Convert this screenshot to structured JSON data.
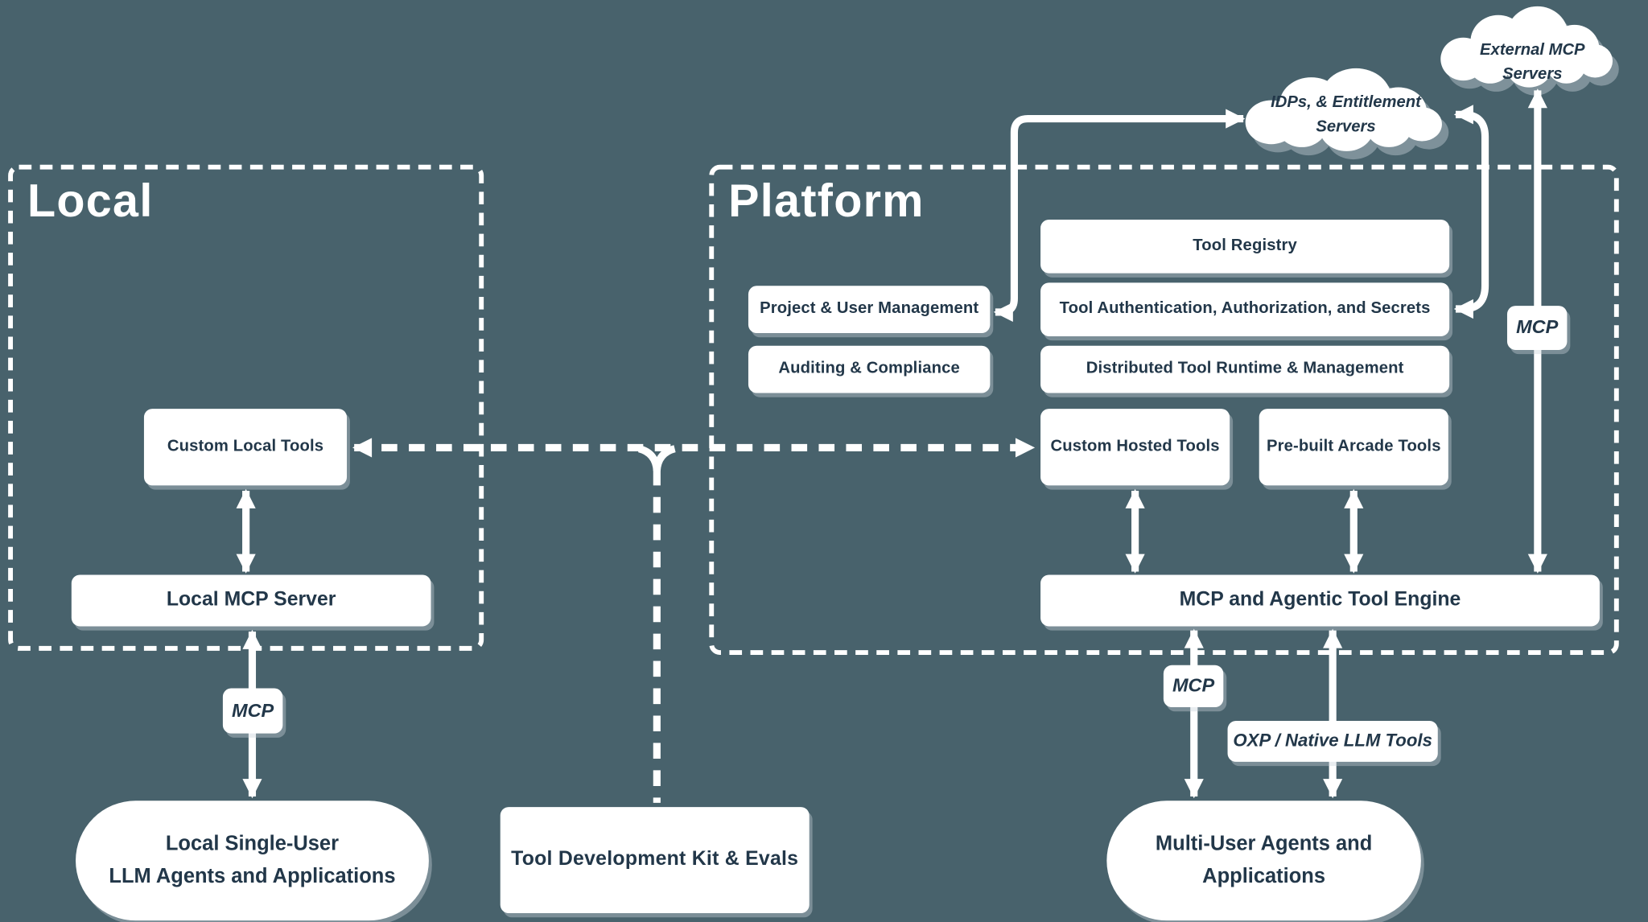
{
  "diagram": {
    "background_color": "#48626c",
    "text_color": "#223749",
    "line_color": "#ffffff"
  },
  "local": {
    "title": "Local",
    "boxes": {
      "custom_local_tools": "Custom Local Tools",
      "local_mcp_server": "Local MCP Server"
    }
  },
  "platform": {
    "title": "Platform",
    "boxes": {
      "tool_registry": "Tool Registry",
      "tool_auth": "Tool Authentication, Authorization, and Secrets",
      "distributed_runtime": "Distributed Tool Runtime & Management",
      "project_user_mgmt": "Project & User Management",
      "auditing_compliance": "Auditing & Compliance",
      "custom_hosted_tools": "Custom Hosted Tools",
      "prebuilt_arcade_tools": "Pre-built Arcade Tools",
      "mcp_engine": "MCP and Agentic Tool Engine"
    }
  },
  "clouds": {
    "external_mcp": "External MCP Servers",
    "idps_line1": "IDPs, & Entitlement",
    "idps_line2": "Servers"
  },
  "edge_labels": {
    "mcp_local": "MCP",
    "mcp_external": "MCP",
    "mcp_multi_user": "MCP",
    "oxp_native": "OXP / Native LLM Tools"
  },
  "bottom": {
    "local_agents_line1": "Local Single-User",
    "local_agents_line2": "LLM Agents and Applications",
    "tool_dev_kit": "Tool Development Kit & Evals",
    "multi_user_line1": "Multi-User Agents and",
    "multi_user_line2": "Applications"
  }
}
